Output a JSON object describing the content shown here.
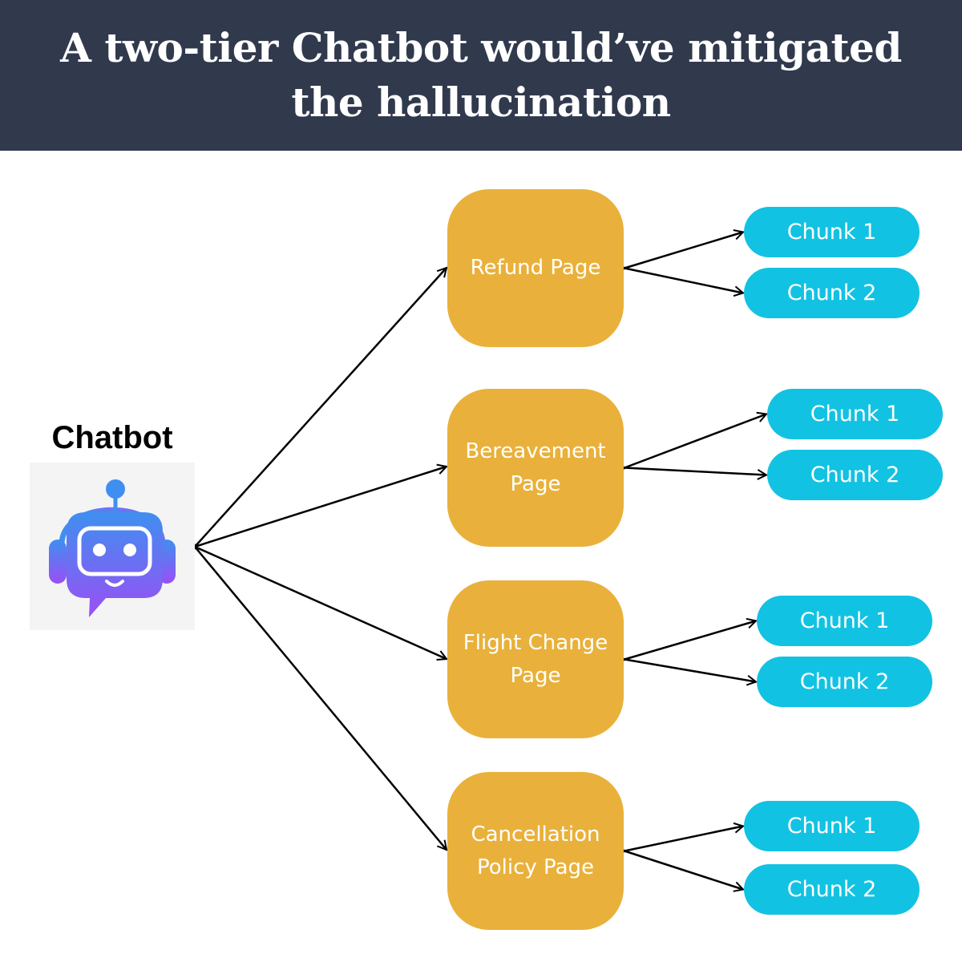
{
  "header": {
    "title": "A two-tier Chatbot would’ve mitigated the hallucination"
  },
  "chatbot": {
    "label": "Chatbot",
    "icon": "robot-headset-icon"
  },
  "colors": {
    "banner": "#31394d",
    "page_node": "#e9b13b",
    "chunk_node": "#12c2e2",
    "arrow": "#000000",
    "icon_gradient_top": "#3f8ff0",
    "icon_gradient_bottom": "#9a4ff5"
  },
  "pages": [
    {
      "label": "Refund Page",
      "chunks": [
        "Chunk 1",
        "Chunk 2"
      ]
    },
    {
      "label": "Bereavement Page",
      "chunks": [
        "Chunk 1",
        "Chunk 2"
      ]
    },
    {
      "label": "Flight Change Page",
      "chunks": [
        "Chunk 1",
        "Chunk 2"
      ]
    },
    {
      "label": "Cancellation Policy Page",
      "chunks": [
        "Chunk 1",
        "Chunk 2"
      ]
    }
  ]
}
